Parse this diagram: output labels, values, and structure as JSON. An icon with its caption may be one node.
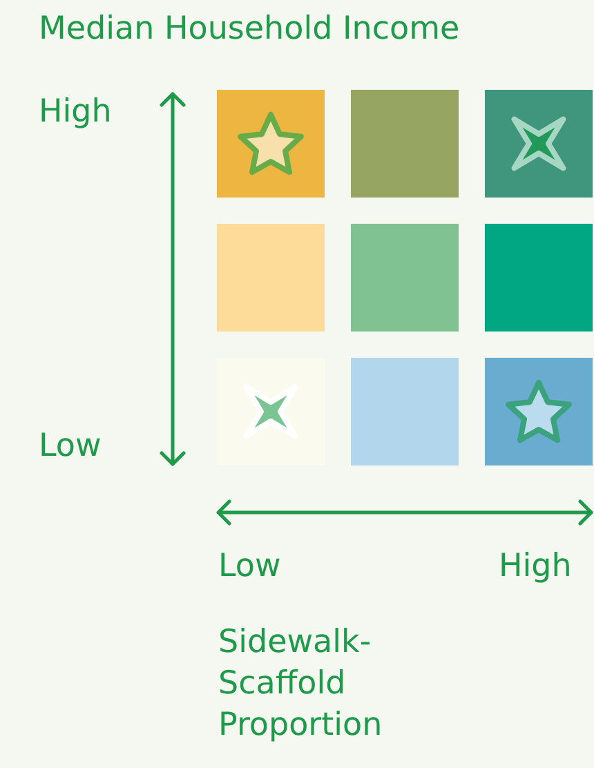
{
  "diagram": {
    "nodes": [
      {
        "text": [],
        "shape": "box"
      },
      {
        "text": [],
        "shape": "box"
      },
      {
        "text": [],
        "shape": "box"
      },
      {
        "text": [],
        "shape": "box"
      },
      {
        "text": [],
        "shape": "box"
      },
      {
        "text": [],
        "shape": "box"
      },
      {
        "text": [],
        "shape": "box"
      },
      {
        "text": [],
        "shape": "box"
      },
      {
        "text": [],
        "shape": "box"
      }
    ],
    "labels": [
      "Median Household Income",
      "High",
      "Low",
      "Low",
      "High",
      "Sidewalk-Scaffold Proportion"
    ]
  }
}
